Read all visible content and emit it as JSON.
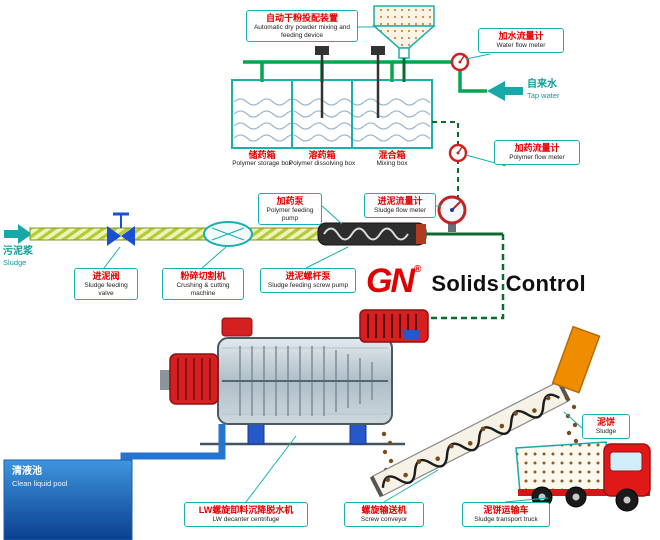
{
  "brand": {
    "logo": "GN",
    "reg": "®",
    "name": "Solids Control"
  },
  "colors": {
    "accent_teal": "#19b0b0",
    "label_red": "#e60000",
    "pipe_green": "#00a651",
    "dosing_green": "#0a6b2d",
    "machine_red": "#d42020",
    "pool_blue": "#1f5fb0",
    "chute_orange": "#f08c00",
    "sludge_line_yellow_green": "#b6cb32"
  },
  "labels": {
    "dry_powder": {
      "zh": "自动干粉投配装置",
      "en": "Automatic dry powder mixing and feeding device"
    },
    "water_flow_meter": {
      "zh": "加水流量计",
      "en": "Water flow meter"
    },
    "tap_water": {
      "zh": "自来水",
      "en": "Tap water"
    },
    "tank_storage": {
      "zh": "储药箱",
      "en": "Polymer storage box"
    },
    "tank_dissolving": {
      "zh": "溶药箱",
      "en": "Polymer dissolving box"
    },
    "tank_mixing": {
      "zh": "混合箱",
      "en": "Mixing box"
    },
    "polymer_flow_meter": {
      "zh": "加药流量计",
      "en": "Polymer flow meter"
    },
    "polymer_feeding": {
      "zh": "加药泵",
      "en": "Polymer feeding pump"
    },
    "sludge_flow_meter": {
      "zh": "进泥流量计",
      "en": "Sludge flow meter"
    },
    "sludge_in": {
      "zh": "污泥浆",
      "en": "Sludge"
    },
    "sludge_valve": {
      "zh": "进泥阀",
      "en": "Sludge feeding valve"
    },
    "crusher": {
      "zh": "粉碎切割机",
      "en": "Crushing & cutting machine"
    },
    "feed_screw_pump": {
      "zh": "进泥螺杆泵",
      "en": "Sludge feeding screw pump"
    },
    "decanter": {
      "zh": "LW螺旋卸料沉降脱水机",
      "en": "LW decanter centrifuge"
    },
    "screw_conveyor": {
      "zh": "螺旋输送机",
      "en": "Screw conveyor"
    },
    "transport_truck": {
      "zh": "泥饼运输车",
      "en": "Sludge transport truck"
    },
    "sludge_cake": {
      "zh": "泥饼",
      "en": "Sludge"
    },
    "clean_pool": {
      "zh": "清液池",
      "en": "Clean liquid pool"
    }
  }
}
